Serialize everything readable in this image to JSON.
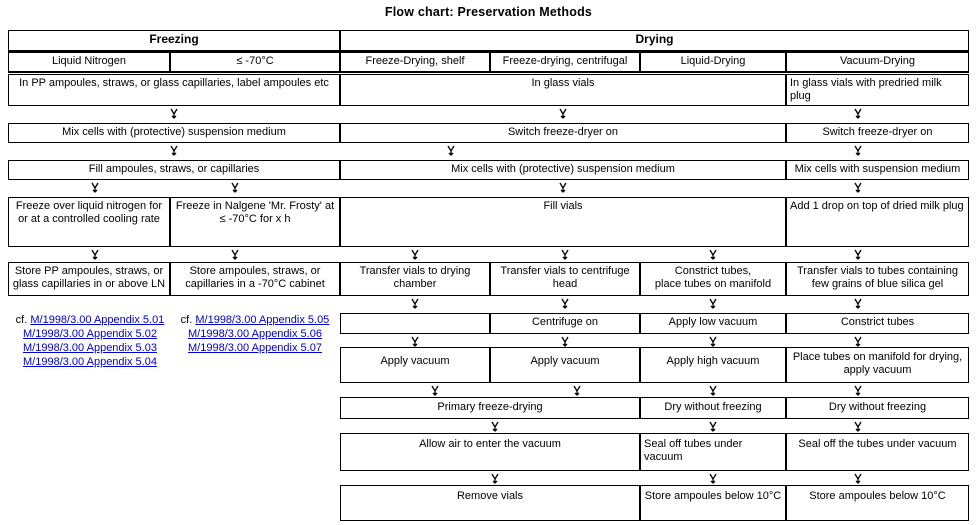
{
  "title": "Flow chart: Preservation Methods",
  "headers": {
    "group_freezing": "Freezing",
    "group_drying": "Drying",
    "col_liquid_nitrogen": "Liquid Nitrogen",
    "col_minus70": "≤  -70°C",
    "col_freeze_drying_shelf": "Freeze-Drying, shelf",
    "col_freeze_drying_centrifugal": "Freeze-drying, centrifugal",
    "col_liquid_drying": "Liquid-Drying",
    "col_vacuum_drying": "Vacuum-Drying"
  },
  "steps": {
    "r1_freezing": "In PP ampoules, straws, or glass capillaries, label ampoules etc",
    "r1_drying": "In glass vials",
    "r1_vacuum": "In glass vials with predried milk plug",
    "r2_freezing": "Mix cells with (protective) suspension medium",
    "r2_drying": "Switch freeze-dryer on",
    "r2_vacuum": "Switch freeze-dryer on",
    "r3_freezing": "Fill ampoules, straws, or capillaries",
    "r3_drying": "Mix cells with (protective) suspension medium",
    "r3_vacuum": "Mix cells with suspension medium",
    "r4_ln": "Freeze over liquid nitrogen for or at a controlled cooling rate",
    "r4_frosty": "Freeze in Nalgene 'Mr. Frosty' at\n≤ -70°C for x h",
    "r4_drying": "Fill vials",
    "r4_vacuum": "Add 1 drop on top of dried milk plug",
    "r5_ln": "Store PP ampoules, straws, or glass capillaries in or above LN",
    "r5_frosty": "Store ampoules, straws, or capillaries in a -70°C cabinet",
    "r5_shelf": "Transfer vials to drying chamber",
    "r5_centrifugal": "Transfer vials to centrifuge head",
    "r5_liquid": "Constrict tubes,\nplace tubes on manifold",
    "r5_vacuum": "Transfer vials to tubes containing few grains of blue silica gel",
    "r6_shelf": "",
    "r6_centrifugal": "Centrifuge on",
    "r6_liquid": "Apply low vacuum",
    "r6_vacuum": "Constrict tubes",
    "r7_shelf": "Apply vacuum",
    "r7_centrifugal": "Apply vacuum",
    "r7_liquid": "Apply high vacuum",
    "r7_vacuum": "Place tubes on manifold for drying, apply vacuum",
    "r8_shelf_centrifugal": "Primary freeze-drying",
    "r8_liquid": "Dry without freezing",
    "r8_vacuum": "Dry without freezing",
    "r9_shelf_centrifugal": "Allow air to enter the vacuum",
    "r9_liquid": "Seal off tubes under vacuum",
    "r9_vacuum": "Seal off the tubes under vacuum",
    "r10_shelf_centrifugal": "Remove vials",
    "r10_liquid": "Store ampoules below 10°C",
    "r10_vacuum": "Store ampoules below 10°C"
  },
  "references": {
    "cf_prefix": "cf.",
    "left_group": [
      "M/1998/3.00 Appendix 5.01",
      "M/1998/3.00 Appendix 5.02",
      "M/1998/3.00 Appendix 5.03",
      "M/1998/3.00 Appendix 5.04"
    ],
    "right_group": [
      "M/1998/3.00 Appendix 5.05",
      "M/1998/3.00 Appendix 5.06",
      "M/1998/3.00 Appendix 5.07"
    ]
  },
  "colors": {
    "link": "#0000cc",
    "border": "#000000",
    "background": "#ffffff"
  }
}
